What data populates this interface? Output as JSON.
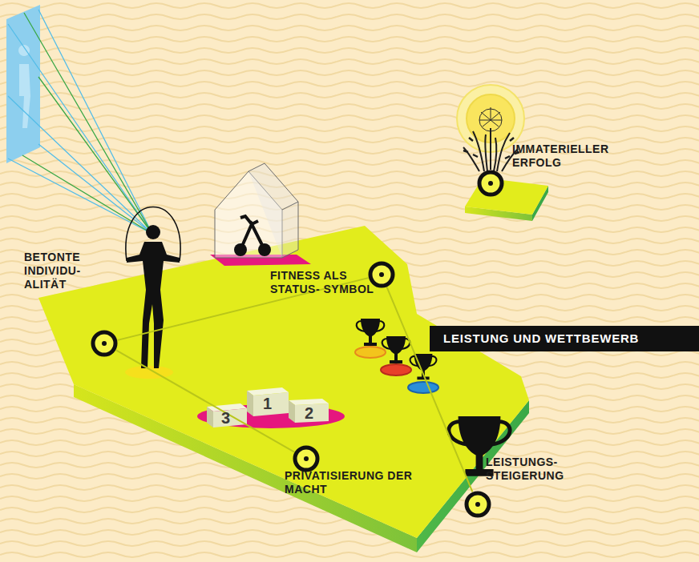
{
  "diagram": {
    "nodes": [
      {
        "text": [
          "IMMATERIELLER ERFOLG"
        ]
      },
      {
        "text": [
          "BETONTE INDIVIDU- ALITÄT"
        ]
      },
      {
        "text": [
          "FITNESS ALS STATUS- SYMBOL"
        ]
      },
      {
        "text": [
          "LEISTUNG UND WETTBEWERB"
        ]
      },
      {
        "text": [
          "PRIVATISIERUNG DER MACHT"
        ]
      },
      {
        "text": [
          "LEISTUNGS- STEIGERUNG"
        ]
      }
    ],
    "edges": [
      {
        "from": 1,
        "to": 2,
        "arrow": "none"
      },
      {
        "from": 1,
        "to": 4,
        "arrow": "none"
      },
      {
        "from": 2,
        "to": 5,
        "arrow": "none"
      }
    ],
    "labels": [
      "3",
      "1",
      "2"
    ]
  }
}
